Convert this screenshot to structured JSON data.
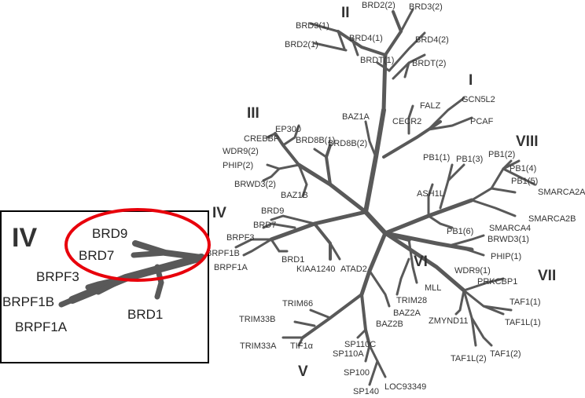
{
  "tree": {
    "groups": [
      "I",
      "II",
      "III",
      "IV",
      "V",
      "VI",
      "VII",
      "VIII"
    ],
    "leaves": [
      "BRD2(2)",
      "BRD3(2)",
      "BRD3(1)",
      "BRD4(1)",
      "BRD4(2)",
      "BRD2(1)",
      "BRDT(1)",
      "BRDT(2)",
      "FALZ",
      "GCN5L2",
      "CECR2",
      "PCAF",
      "BAZ1A",
      "EP300",
      "CREBBP",
      "BRD8B(1)",
      "WDR9(2)",
      "BRD8B(2)",
      "PHIP(2)",
      "BRWD3(2)",
      "BAZ1B",
      "BRD9",
      "BRD7",
      "BRPF3",
      "BRPF1B",
      "BRPF1A",
      "BRD1",
      "KIAA1240",
      "ATAD2",
      "PB1(1)",
      "PB1(3)",
      "PB1(2)",
      "PB1(4)",
      "PB1(5)",
      "ASH1L",
      "SMARCA2A",
      "SMARCA2B",
      "SMARCA4",
      "PB1(6)",
      "BRWD3(1)",
      "PHIP(1)",
      "WDR9(1)",
      "MLL",
      "TRIM28",
      "PRKCBP1",
      "TAF1(1)",
      "ZMYND11",
      "TAF1L(1)",
      "TAF1L(2)",
      "TAF1(2)",
      "TRIM66",
      "BAZ2A",
      "BAZ2B",
      "TRIM33B",
      "TRIM33A",
      "TIF1α",
      "SP110C",
      "SP110A",
      "SP100",
      "SP140",
      "LOC93349"
    ]
  },
  "inset": {
    "group": "IV",
    "leaves": [
      "BRD9",
      "BRD7",
      "BRPF3",
      "BRPF1B",
      "BRPF1A",
      "BRD1"
    ],
    "highlight_color": "#e8000b"
  },
  "colors": {
    "branch": "#595959",
    "text": "#333333"
  }
}
